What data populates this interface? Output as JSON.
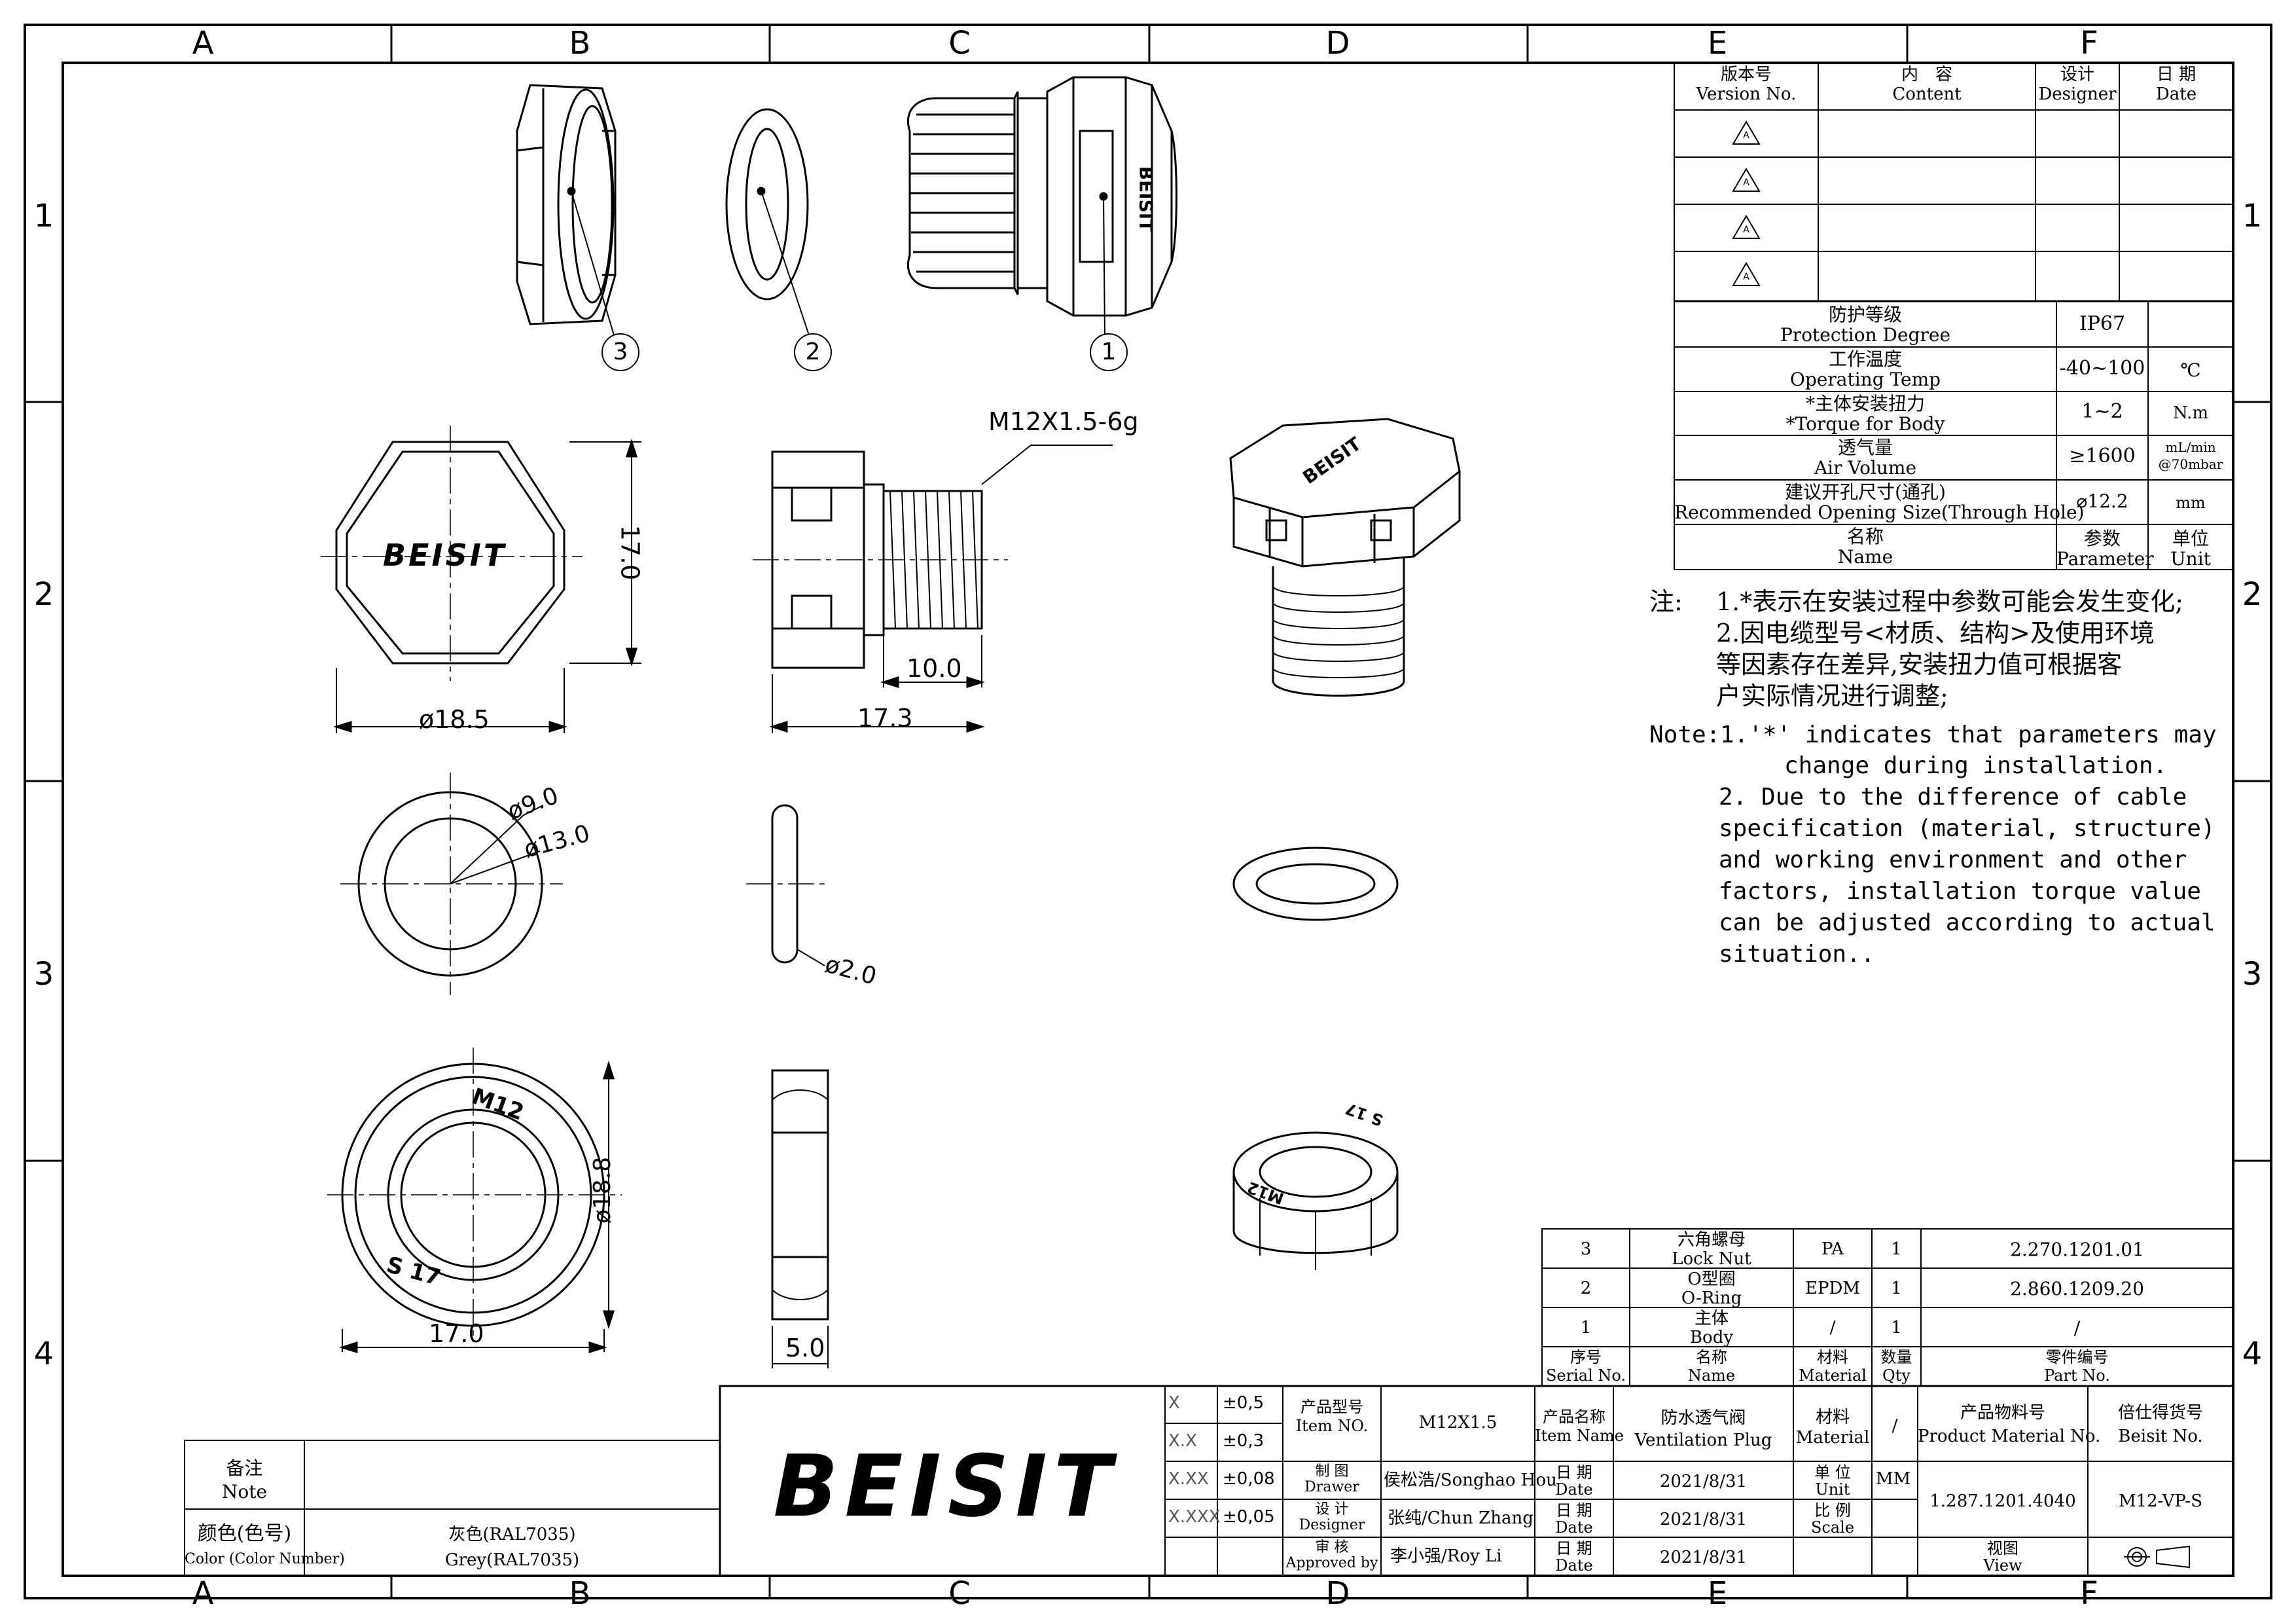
{
  "frame": {
    "cols": [
      "A",
      "B",
      "C",
      "D",
      "E",
      "F"
    ],
    "rows": [
      "1",
      "2",
      "3",
      "4"
    ]
  },
  "callouts": [
    "3",
    "2",
    "1"
  ],
  "dims": {
    "thread": "M12X1.5-6g",
    "height_17": "17.0",
    "dia_185": "ø18.5",
    "len_10": "10.0",
    "len_173": "17.3",
    "dia_9": "ø9.0",
    "dia_13": "ø13.0",
    "dia_2": "ø2.0",
    "dia_188": "ø18.8",
    "width_17": "17.0",
    "thick_5": "5.0",
    "nut_m12": "M12",
    "nut_s17": "S 17",
    "body_logo": "BEISIT"
  },
  "revision": {
    "headers": [
      {
        "cn": "版本号",
        "en": "Version No."
      },
      {
        "cn": "内　容",
        "en": "Content"
      },
      {
        "cn": "设计",
        "en": "Designer"
      },
      {
        "cn": "日 期",
        "en": "Date"
      }
    ],
    "rows": [
      "A",
      "A",
      "A",
      "A"
    ]
  },
  "params": [
    {
      "cn": "防护等级",
      "en": "Protection Degree",
      "value": "IP67",
      "unit": ""
    },
    {
      "cn": "工作温度",
      "en": "Operating Temp",
      "value": "-40~100",
      "unit": "℃"
    },
    {
      "cn": "*主体安装扭力",
      "en": "*Torque for Body",
      "value": "1~2",
      "unit": "N.m"
    },
    {
      "cn": "透气量",
      "en": "Air Volume",
      "value": "≥1600",
      "unit": "mL/min",
      "unit2": "@70mbar"
    },
    {
      "cn": "建议开孔尺寸(通孔)",
      "en": "Recommended Opening Size(Through Hole)",
      "value": "⌀12.2",
      "unit": "mm"
    },
    {
      "cn": "名称",
      "en": "Name",
      "value": "参数",
      "value2": "Parameter",
      "unit": "单位",
      "unit_en": "Unit"
    }
  ],
  "notes": {
    "cn_label": "注:",
    "cn1": "1.*表示在安装过程中参数可能会发生变化;",
    "cn2a": "2.因电缆型号<材质、结构>及使用环境",
    "cn2b": "等因素存在差异,安装扭力值可根据客",
    "cn2c": "户实际情况进行调整;",
    "en_label": "Note:",
    "en1a": "1.'*' indicates that parameters may",
    "en1b": "change during installation.",
    "en2a": "2. Due to the difference of cable",
    "en2b": "specification (material, structure)",
    "en2c": "and working environment and other",
    "en2d": "factors, installation torque value",
    "en2e": "can be adjusted according to actual",
    "en2f": "situation.."
  },
  "bom": {
    "rows": [
      {
        "no": "3",
        "cn": "六角螺母",
        "en": "Lock Nut",
        "mat": "PA",
        "qty": "1",
        "part": "2.270.1201.01"
      },
      {
        "no": "2",
        "cn": "O型圈",
        "en": "O-Ring",
        "mat": "EPDM",
        "qty": "1",
        "part": "2.860.1209.20"
      },
      {
        "no": "1",
        "cn": "主体",
        "en": "Body",
        "mat": "/",
        "qty": "1",
        "part": "/"
      }
    ],
    "header": {
      "no_cn": "序号",
      "no_en": "Serial No.",
      "name_cn": "名称",
      "name_en": "Name",
      "mat_cn": "材料",
      "mat_en": "Material",
      "qty_cn": "数量",
      "qty_en": "Qty",
      "part_cn": "零件编号",
      "part_en": "Part No."
    }
  },
  "title_block": {
    "tol": [
      {
        "k": "X",
        "v": "±0,5"
      },
      {
        "k": "X.X",
        "v": "±0,3"
      },
      {
        "k": "X.XX",
        "v": "±0,08"
      },
      {
        "k": "X.XXX",
        "v": "±0,05"
      }
    ],
    "item_no_cn": "产品型号",
    "item_no_en": "Item NO.",
    "item_no": "M12X1.5",
    "drawer_cn": "制 图",
    "drawer_en": "Drawer",
    "drawer": "侯松浩/Songhao Hou",
    "designer_cn": "设 计",
    "designer_en": "Designer",
    "designer": "张纯/Chun Zhang",
    "approved_cn": "审 核",
    "approved_en": "Approved by",
    "approved": "李小强/Roy Li",
    "item_name_cn": "产品名称",
    "item_name_en": "Item Name",
    "item_name": "防水透气阀",
    "item_name2": "Ventilation Plug",
    "date_cn": "日 期",
    "date_en": "Date",
    "date": "2021/8/31",
    "material_cn": "材料",
    "material_en": "Material",
    "material": "/",
    "unit_cn": "单 位",
    "unit_en": "Unit",
    "unit": "MM",
    "scale_cn": "比 例",
    "scale_en": "Scale",
    "pmn_cn": "产品物料号",
    "pmn_en": "Product Material No.",
    "pmn": "1.287.1201.4040",
    "beisit_cn": "倍仕得货号",
    "beisit_en": "Beisit No.",
    "beisit": "M12-VP-S",
    "view_cn": "视图",
    "view_en": "View",
    "logo": "BEISIT"
  },
  "note_block": {
    "note_cn": "备注",
    "note_en": "Note",
    "color_cn": "颜色(色号)",
    "color_en": "Color (Color Number)",
    "color_val_cn": "灰色(RAL7035)",
    "color_val_en": "Grey(RAL7035)"
  }
}
